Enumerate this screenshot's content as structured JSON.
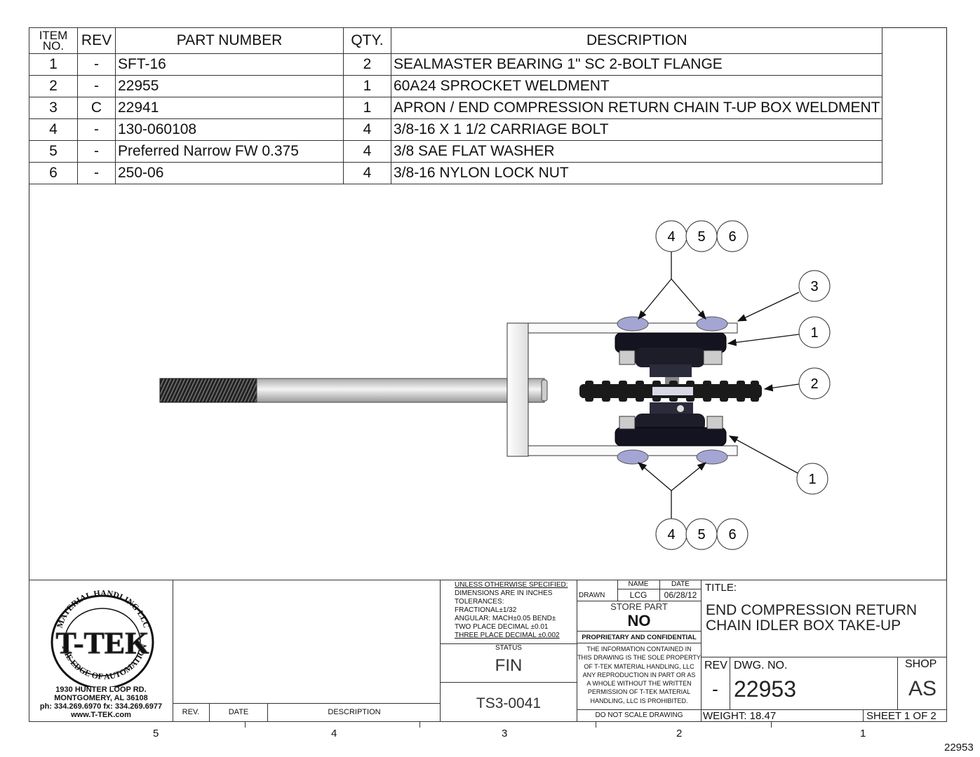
{
  "bom": {
    "headers": {
      "item": "ITEM NO.",
      "item_line1": "ITEM",
      "item_line2": "NO.",
      "rev": "REV",
      "part": "PART NUMBER",
      "qty": "QTY.",
      "desc": "DESCRIPTION"
    },
    "rows": [
      {
        "item": "1",
        "rev": "-",
        "part": "SFT-16",
        "qty": "2",
        "desc": "SEALMASTER BEARING 1\" SC 2-BOLT FLANGE"
      },
      {
        "item": "2",
        "rev": "-",
        "part": "22955",
        "qty": "1",
        "desc": "60A24 SPROCKET WELDMENT"
      },
      {
        "item": "3",
        "rev": "C",
        "part": "22941",
        "qty": "1",
        "desc": "APRON / END COMPRESSION  RETURN CHAIN T-UP BOX WELDMENT"
      },
      {
        "item": "4",
        "rev": "-",
        "part": "130-060108",
        "qty": "4",
        "desc": "3/8-16 X 1 1/2 CARRIAGE BOLT"
      },
      {
        "item": "5",
        "rev": "-",
        "part": "Preferred Narrow FW 0.375",
        "qty": "4",
        "desc": "3/8 SAE FLAT WASHER"
      },
      {
        "item": "6",
        "rev": "-",
        "part": "250-06",
        "qty": "4",
        "desc": "3/8-16 NYLON LOCK NUT"
      }
    ]
  },
  "balloons": {
    "top_group": [
      "4",
      "5",
      "6"
    ],
    "bottom_group": [
      "4",
      "5",
      "6"
    ],
    "b3": "3",
    "b1_top": "1",
    "b2": "2",
    "b1_bottom": "1"
  },
  "logo": {
    "arc_top": "MATERIAL HANDLING LLC",
    "brand": "T-TEK",
    "arc_bottom": "THE EDGE OF AUTOMATION"
  },
  "company": {
    "address1": "1930 HUNTER LOOP RD.",
    "address2": "MONTGOMERY, AL  36108",
    "phone": "ph: 334.269.6970 fx: 334.269.6977",
    "web": "www.T-TEK.com"
  },
  "revisions": {
    "rev_label": "REV.",
    "date_label": "DATE",
    "desc_label": "DESCRIPTION"
  },
  "tolerances": {
    "l1": "UNLESS OTHERWISE SPECIFIED:",
    "l2": "DIMENSIONS ARE IN INCHES",
    "l3": "TOLERANCES:",
    "l4": "FRACTIONAL±1/32",
    "l5": "ANGULAR: MACH±0.05 BEND±",
    "l6": "TWO PLACE DECIMAL   ±0.01",
    "l7": "THREE PLACE DECIMAL ±0.002"
  },
  "status": {
    "label": "STATUS",
    "value": "FIN",
    "code": "TS3-0041"
  },
  "drawn": {
    "name_label": "NAME",
    "date_label": "DATE",
    "row_label": "DRAWN",
    "name": "LCG",
    "date": "06/28/12"
  },
  "store": {
    "label": "STORE PART",
    "value": "NO"
  },
  "proprietary": {
    "title": "PROPRIETARY AND CONFIDENTIAL",
    "l1": "THE INFORMATION CONTAINED IN",
    "l2": "THIS DRAWING IS THE SOLE PROPERTY",
    "l3": "OF T-TEK MATERIAL HANDLING, LLC",
    "l4": "ANY REPRODUCTION IN PART OR AS",
    "l5": "A WHOLE WITHOUT THE WRITTEN",
    "l6": "PERMISSION OF T-TEK MATERIAL",
    "l7": "HANDLING, LLC IS PROHIBITED.",
    "noscale": "DO NOT SCALE DRAWING"
  },
  "title": {
    "label": "TITLE:",
    "line1": "END COMPRESSION RETURN",
    "line2": "CHAIN IDLER BOX TAKE-UP"
  },
  "dwg": {
    "rev_label": "REV",
    "dwg_label": "DWG.  NO.",
    "shop_label": "SHOP",
    "rev": "-",
    "number": "22953",
    "shop": "AS"
  },
  "weight": "WEIGHT: 18.47",
  "sheet": "SHEET 1 OF 2",
  "zones": [
    "5",
    "4",
    "3",
    "2",
    "1"
  ],
  "corner_number": "22953",
  "colors": {
    "line": "#222222",
    "bearing_dark": "#111122",
    "washer": "#9a9ac8",
    "rod": "#d8d8d8"
  }
}
